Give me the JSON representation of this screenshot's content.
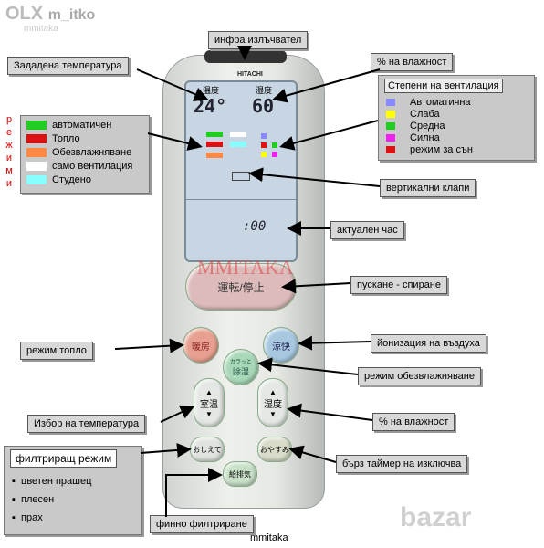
{
  "watermark": {
    "olx": "OLX",
    "user": "m_itko",
    "sub": "mmitaka",
    "stamp": "MMITAKA",
    "bazar": "bazar"
  },
  "labels": {
    "ir": "инфра излъчвател",
    "set_temp": "Зададена температура",
    "humidity_top": "% на влажност",
    "vertical_flaps": "вертикални клапи",
    "clock": "актуален час",
    "start_stop": "пускане - спиране",
    "ionization": "йонизация на въздуха",
    "heat_mode": "режим топло",
    "dehumid_mode": "режим обезвлажняване",
    "temp_select": "Избор на температура",
    "humidity_bottom": "% на влажност",
    "sleep_timer": "бърз таймер на изключва",
    "fine_filter": "финно филтриране"
  },
  "mode_vertical": [
    "р",
    "е",
    "ж",
    "и",
    "м",
    "и"
  ],
  "modes": [
    {
      "label": "автоматичен",
      "color": "#22cc22"
    },
    {
      "label": "Топло",
      "color": "#dd1111"
    },
    {
      "label": "Обезвлажняване",
      "color": "#ff8844"
    },
    {
      "label": "само вентилация",
      "color": "#ffffff"
    },
    {
      "label": "Студено",
      "color": "#88ffff"
    }
  ],
  "fan": {
    "title": "Степени на вентилация",
    "items": [
      {
        "label": "Автоматична",
        "color": "#8888ff"
      },
      {
        "label": "Слаба",
        "color": "#ffff00"
      },
      {
        "label": "Средна",
        "color": "#22cc22"
      },
      {
        "label": "Силна",
        "color": "#ee22ee"
      },
      {
        "label": "режим за сън",
        "color": "#dd1111"
      }
    ]
  },
  "filter": {
    "title": "филтриращ режим",
    "items": [
      "цветен прашец",
      "плесен",
      "прах"
    ]
  },
  "remote": {
    "brand": "HITACHI",
    "lcd_temp_hdr": "温度",
    "lcd_hum_hdr": "湿度",
    "lcd_temp": "24°",
    "lcd_hum": "60",
    "lcd_clock": ":00",
    "btn_power": "運転/停止",
    "btn_heat": "暖房",
    "btn_cool": "涼快",
    "btn_dry_top": "カラッと",
    "btn_dry": "除湿",
    "btn_temp": "室温",
    "btn_hum": "湿度",
    "btn_oshiete": "おしえて",
    "btn_oyasumi": "おやすみ",
    "btn_filter": "給排気"
  },
  "caption": "mmitaka"
}
